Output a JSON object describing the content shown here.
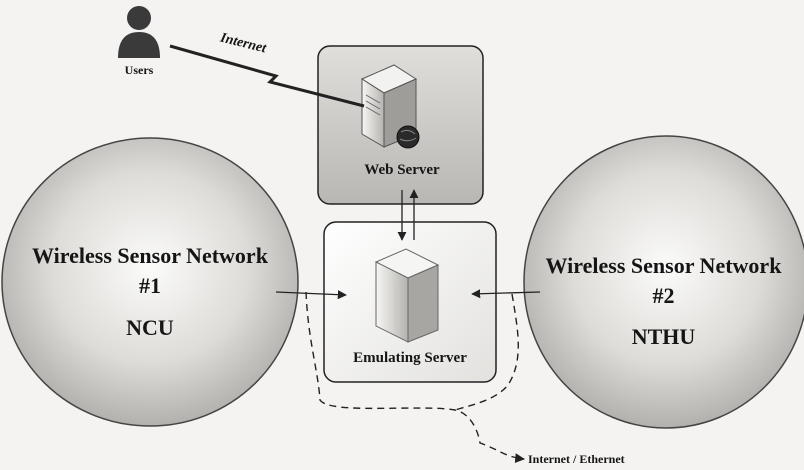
{
  "users": {
    "label": "Users"
  },
  "internet_link": {
    "label": "Internet"
  },
  "web_server": {
    "label": "Web Server"
  },
  "emulating_server": {
    "label": "Emulating Server"
  },
  "network_left": {
    "title": "Wireless Sensor Network",
    "number": "#1",
    "name": "NCU"
  },
  "network_right": {
    "title": "Wireless Sensor Network",
    "number": "#2",
    "name": "NTHU"
  },
  "external_link": {
    "label": "Internet / Ethernet"
  }
}
